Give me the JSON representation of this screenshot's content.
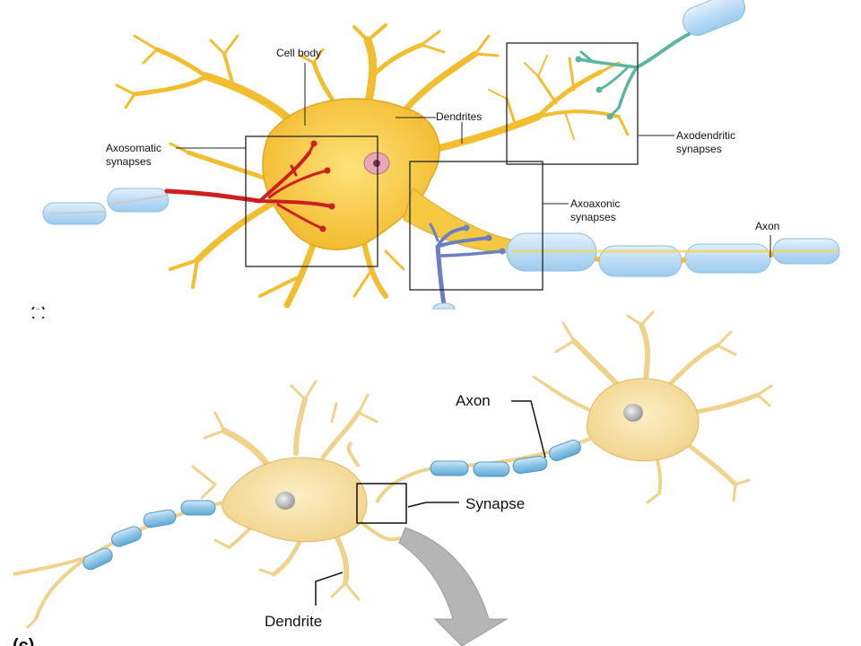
{
  "top_panel": {
    "part_label": "(a)",
    "labels": {
      "cell_body": "Cell body",
      "dendrites": "Dendrites",
      "axosomatic_line1": "Axosomatic",
      "axosomatic_line2": "synapses",
      "axodendritic_line1": "Axodendritic",
      "axodendritic_line2": "synapses",
      "axoaxonic_line1": "Axoaxonic",
      "axoaxonic_line2": "synapses",
      "axon": "Axon"
    }
  },
  "bottom_panel": {
    "part_label": "(c)",
    "labels": {
      "axon": "Axon",
      "synapse": "Synapse",
      "dendrite": "Dendrite"
    }
  },
  "colors": {
    "neuron_fill": "#f5c842",
    "neuron_stroke": "#d9a21b",
    "myelin": "#bcdcf5",
    "axosomatic_terminal": "#cc1f1f",
    "axodendritic_terminal": "#5bb5a0",
    "axoaxonic_terminal": "#6a7fc4",
    "bottom_neuron_fill": "#f7dfa0",
    "bottom_myelin": "#8ec6e6",
    "arrow": "#b5b5b5"
  }
}
